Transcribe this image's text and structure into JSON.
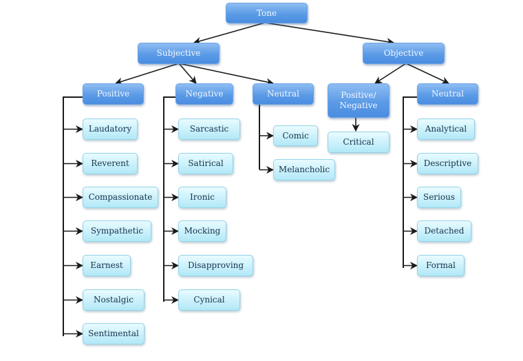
{
  "diagram": {
    "root": "Tone",
    "level1": {
      "subjective": "Subjective",
      "objective": "Objective"
    },
    "subjective": {
      "positive": {
        "label": "Positive",
        "children": [
          "Laudatory",
          "Reverent",
          "Compassionate",
          "Sympathetic",
          "Earnest",
          "Nostalgic",
          "Sentimental"
        ]
      },
      "negative": {
        "label": "Negative",
        "children": [
          "Sarcastic",
          "Satirical",
          "Ironic",
          "Mocking",
          "Disapproving",
          "Cynical"
        ]
      },
      "neutral": {
        "label": "Neutral",
        "children": [
          "Comic",
          "Melancholic"
        ]
      }
    },
    "objective": {
      "positive_negative": {
        "label": "Positive/ Negative",
        "children": [
          "Critical"
        ]
      },
      "neutral": {
        "label": "Neutral",
        "children": [
          "Analytical",
          "Descriptive",
          "Serious",
          "Detached",
          "Formal"
        ]
      }
    },
    "colors": {
      "category_fill": "#5b9be6",
      "leaf_fill": "#c7f0fb",
      "connector": "#1a1a1a"
    }
  }
}
